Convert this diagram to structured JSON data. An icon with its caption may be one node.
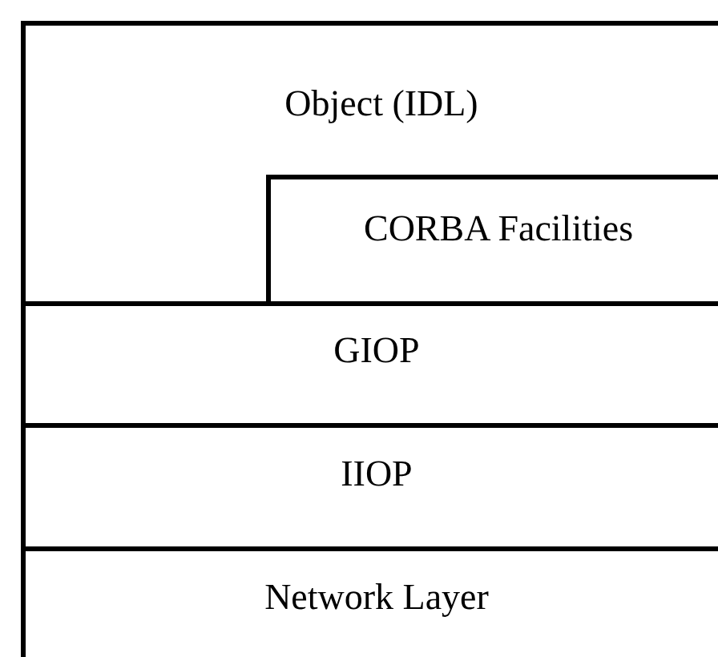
{
  "diagram": {
    "nodes": [
      {
        "text": [
          "Object (IDL)"
        ]
      },
      {
        "text": [
          "CORBA Facilities"
        ],
        "in": 0
      },
      {
        "text": [
          "GIOP"
        ]
      },
      {
        "text": [
          "IIOP"
        ]
      },
      {
        "text": [
          "Network Layer"
        ]
      }
    ]
  }
}
